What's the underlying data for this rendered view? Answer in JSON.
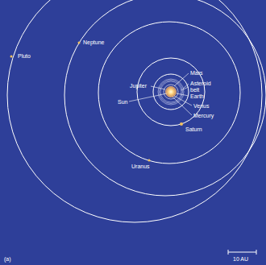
{
  "diagram": {
    "labels": [
      "Pluto",
      "Neptune",
      "Jupiter",
      "Mars",
      "Asteroid belt",
      "Earth",
      "Sun",
      "Venus",
      "Mercury",
      "Saturn",
      "Uranus",
      "(a)",
      "10 AU"
    ]
  }
}
